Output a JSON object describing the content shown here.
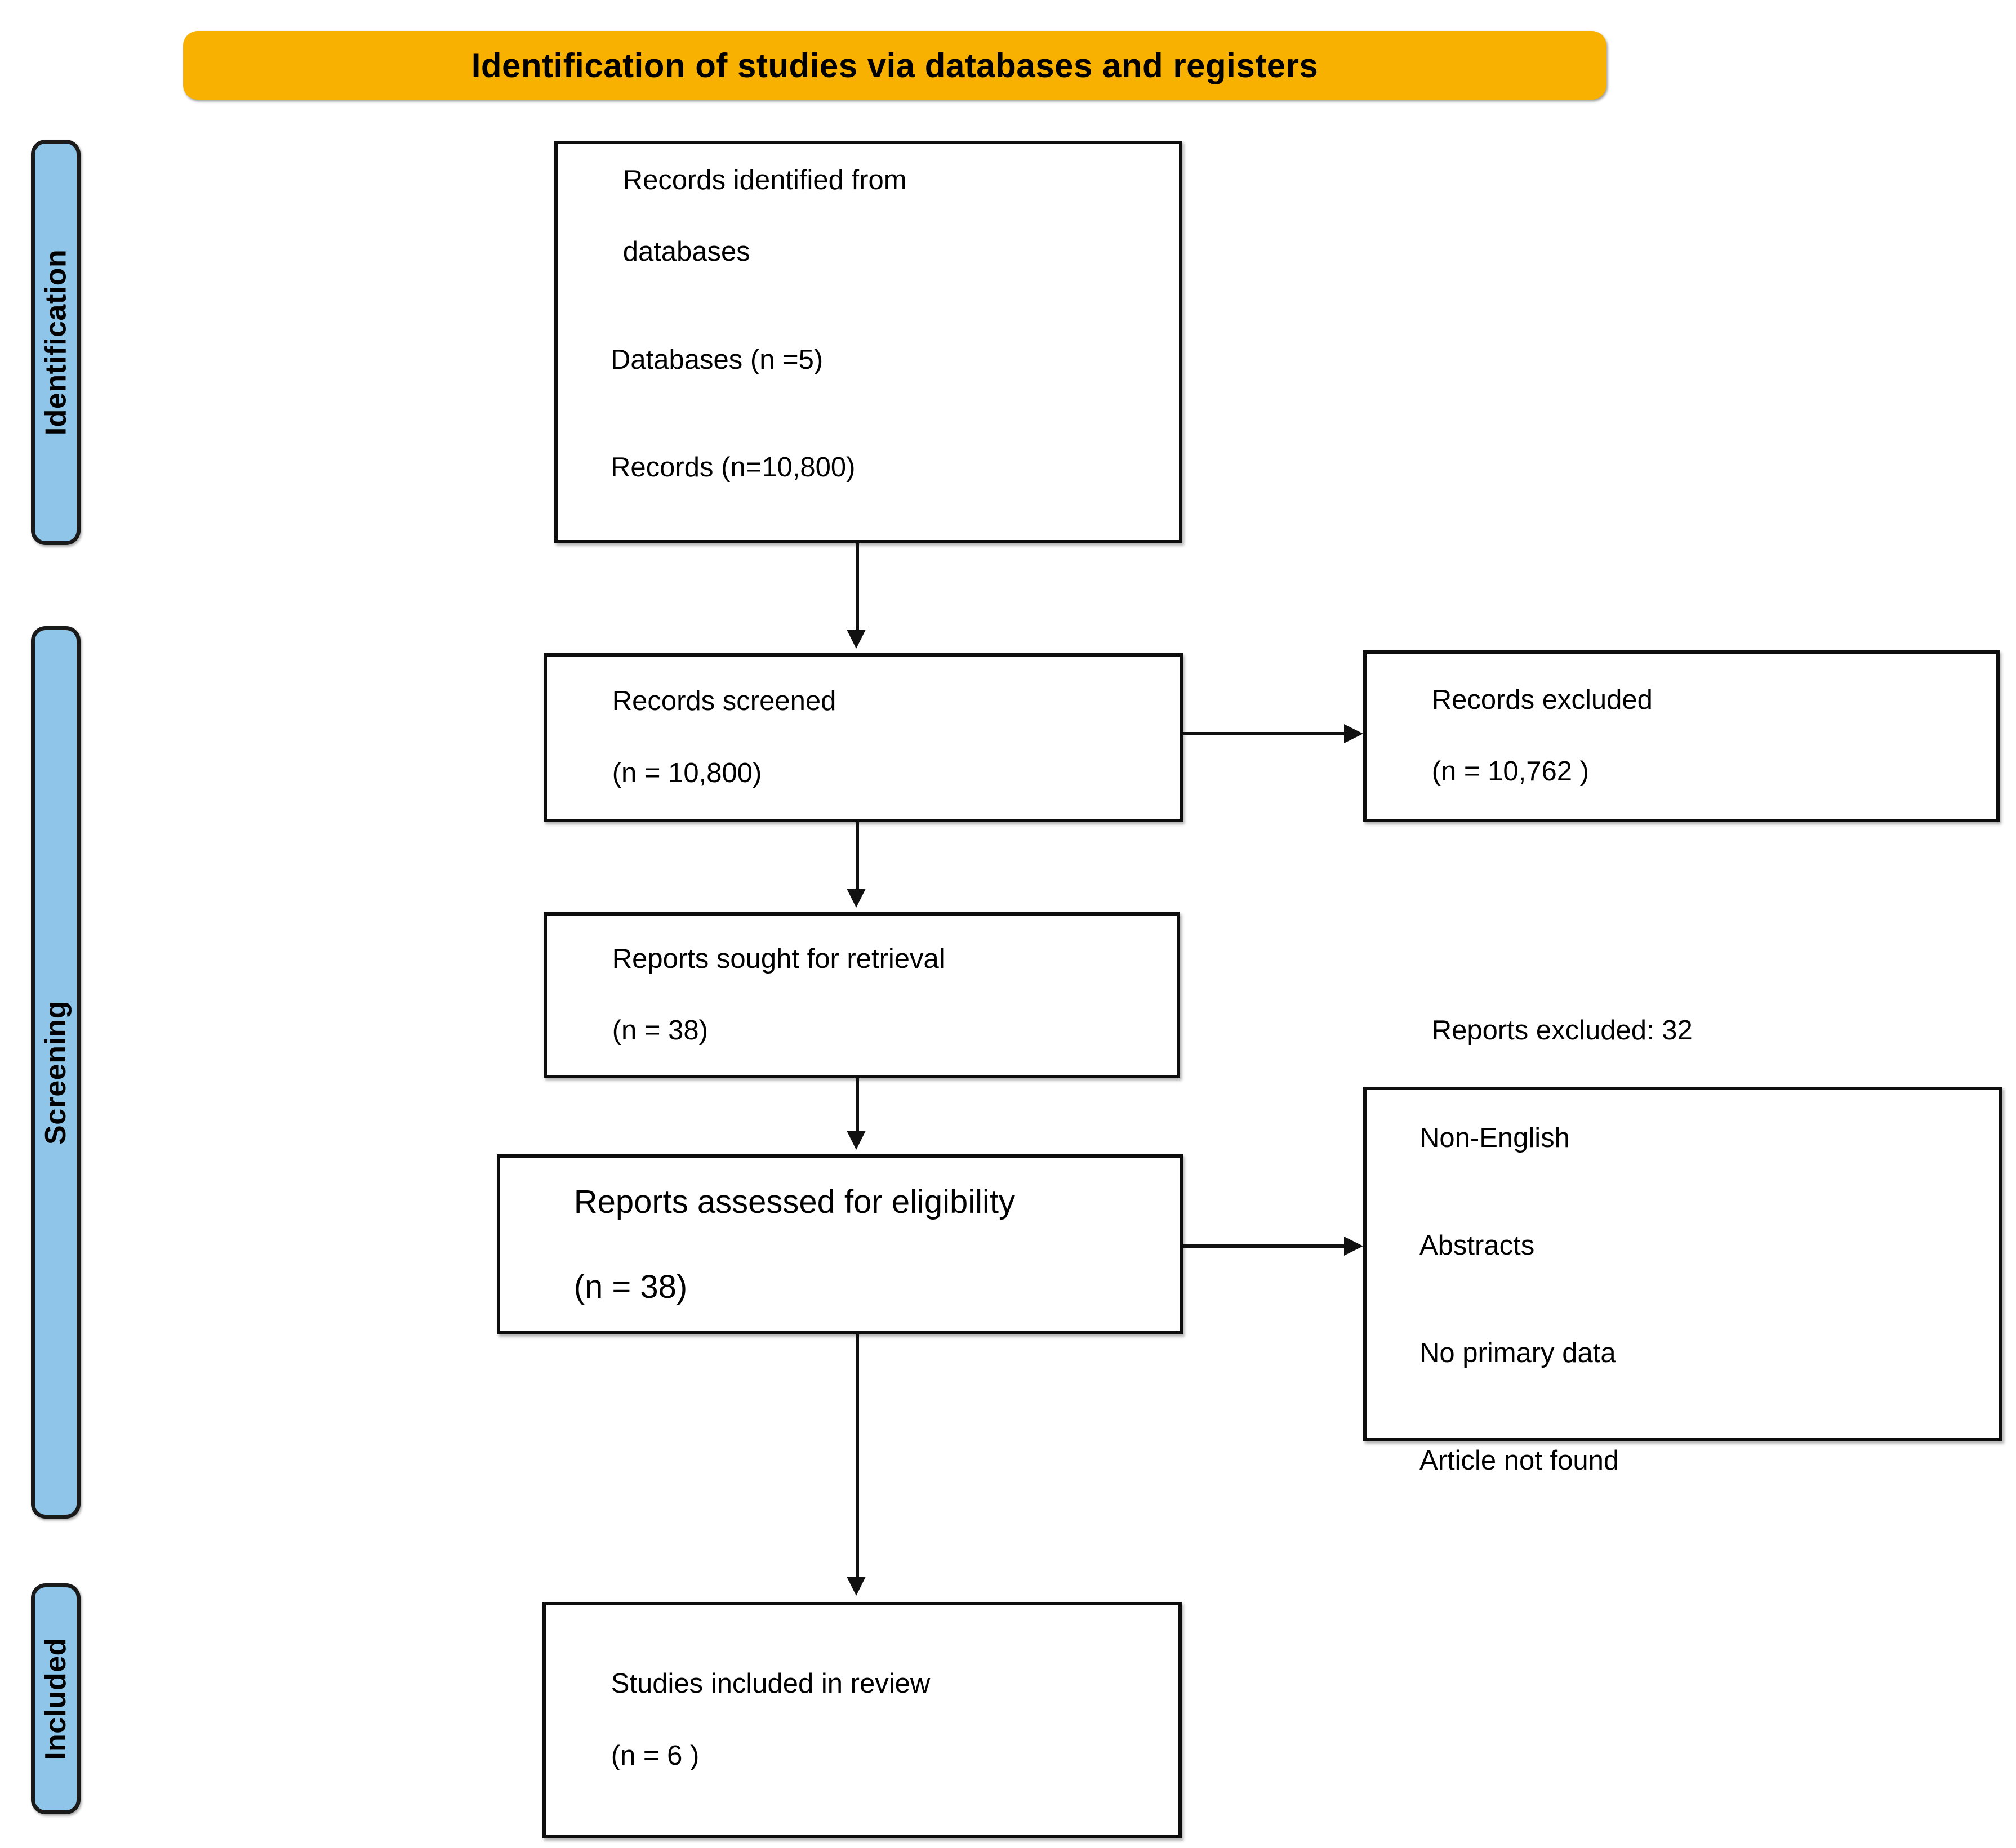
{
  "banner": {
    "title": "Identification of studies via databases and registers",
    "color": "#F9B101"
  },
  "stages": {
    "identification": "Identification",
    "screening": "Screening",
    "included": "Included",
    "color": "#8FC5E8"
  },
  "boxes": {
    "identified": {
      "line1": "Records identified from",
      "line2": "databases",
      "line3": "Databases (n =5)",
      "line4": "Records (n=10,800)"
    },
    "screened": {
      "line1": "Records screened",
      "line2": "(n = 10,800)"
    },
    "records_excluded": {
      "line1": "Records excluded",
      "line2": "(n = 10,762 )"
    },
    "sought": {
      "line1": "Reports sought for retrieval",
      "line2": "(n = 38)"
    },
    "eligibility": {
      "line1": "Reports assessed for eligibility",
      "line2": "(n = 38)"
    },
    "reports_excluded": {
      "line1": "Reports excluded: 32",
      "line2": "Non-English",
      "line3": "Abstracts",
      "line4": "No primary data",
      "line5": "Article not found"
    },
    "included": {
      "line1": "Studies included in review",
      "line2": "(n = 6 )"
    }
  },
  "chart_data": {
    "type": "diagram",
    "title": "Identification of studies via databases and registers",
    "nodes": [
      {
        "id": "identified",
        "stage": "Identification",
        "label": "Records identified from databases",
        "databases": 5,
        "records": 10800
      },
      {
        "id": "screened",
        "stage": "Screening",
        "label": "Records screened",
        "n": 10800
      },
      {
        "id": "records_excluded",
        "stage": "Screening",
        "label": "Records excluded",
        "n": 10762
      },
      {
        "id": "sought",
        "stage": "Screening",
        "label": "Reports sought for retrieval",
        "n": 38
      },
      {
        "id": "eligibility",
        "stage": "Screening",
        "label": "Reports assessed for eligibility",
        "n": 38
      },
      {
        "id": "reports_excluded",
        "stage": "Screening",
        "label": "Reports excluded",
        "n": 32,
        "reasons": [
          "Non-English",
          "Abstracts",
          "No primary data",
          "Article not found"
        ]
      },
      {
        "id": "included",
        "stage": "Included",
        "label": "Studies included in review",
        "n": 6
      }
    ],
    "edges": [
      {
        "from": "identified",
        "to": "screened"
      },
      {
        "from": "screened",
        "to": "records_excluded"
      },
      {
        "from": "screened",
        "to": "sought"
      },
      {
        "from": "sought",
        "to": "eligibility"
      },
      {
        "from": "eligibility",
        "to": "reports_excluded"
      },
      {
        "from": "eligibility",
        "to": "included"
      }
    ]
  }
}
